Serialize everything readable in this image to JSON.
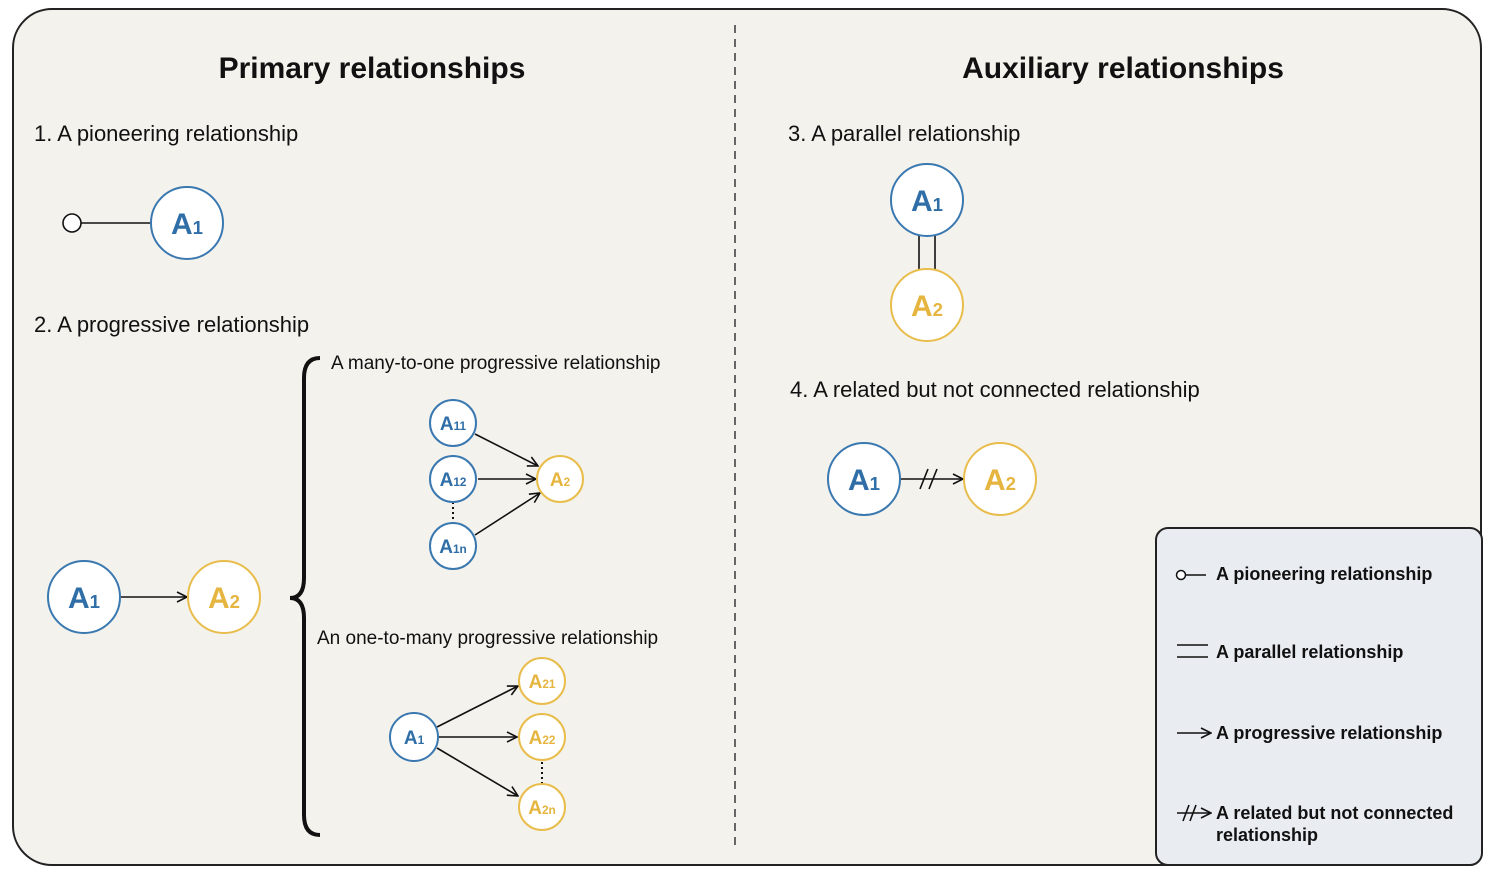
{
  "headings": {
    "primary": "Primary relationships",
    "auxiliary": "Auxiliary relationships"
  },
  "sections": {
    "pioneering": "1. A pioneering relationship",
    "progressive": "2. A progressive relationship",
    "parallel": "3. A parallel relationship",
    "related": "4. A related but not connected relationship"
  },
  "subsections": {
    "many_to_one": "A many-to-one progressive relationship",
    "one_to_many": "An one-to-many progressive relationship"
  },
  "nodes": {
    "pioneer_a1": {
      "main": "A",
      "sub": "1"
    },
    "prog_a1": {
      "main": "A",
      "sub": "1"
    },
    "prog_a2": {
      "main": "A",
      "sub": "2"
    },
    "m2o_a11": {
      "main": "A",
      "sub": "11"
    },
    "m2o_a12": {
      "main": "A",
      "sub": "12"
    },
    "m2o_a1n": {
      "main": "A",
      "sub": "1n"
    },
    "m2o_a2": {
      "main": "A",
      "sub": "2"
    },
    "o2m_a1": {
      "main": "A",
      "sub": "1"
    },
    "o2m_a21": {
      "main": "A",
      "sub": "21"
    },
    "o2m_a22": {
      "main": "A",
      "sub": "22"
    },
    "o2m_a2n": {
      "main": "A",
      "sub": "2n"
    },
    "par_a1": {
      "main": "A",
      "sub": "1"
    },
    "par_a2": {
      "main": "A",
      "sub": "2"
    },
    "rel_a1": {
      "main": "A",
      "sub": "1"
    },
    "rel_a2": {
      "main": "A",
      "sub": "2"
    }
  },
  "legend": {
    "pioneering": "A pioneering relationship",
    "parallel": "A parallel relationship",
    "progressive": "A progressive relationship",
    "related_line1": "A related but not connected",
    "related_line2": "relationship"
  },
  "colors": {
    "blue": "#3a78b0",
    "yellow": "#e9bd4c",
    "background": "#f4f2ed",
    "legend_background": "#e9edf1"
  }
}
